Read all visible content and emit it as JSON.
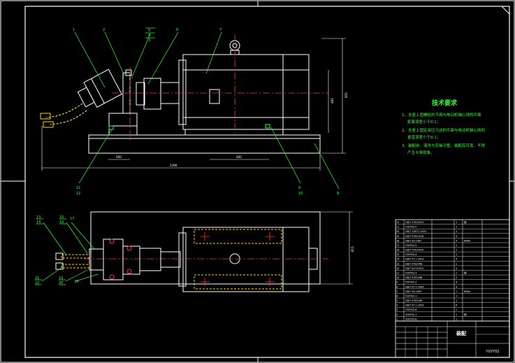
{
  "tech_req": {
    "title": "技术要求",
    "line1": "1、支座上固螺栓的平面与电动机轴心线的平面",
    "line1b": "距离误差小于0.1；",
    "line2": "2、支座上固定液压马达的平面与电动机轴心线的",
    "line2b": "垂直误差小于0.1；",
    "line3": "3、装配前，清洗与安装平整，装配后可靠、不得",
    "line3b": "产生卡滞现象。"
  },
  "front_view_labels": [
    "1",
    "2",
    "5",
    "4",
    "3",
    "6",
    "7",
    "11",
    "12",
    "9",
    "10",
    "8"
  ],
  "top_view_labels": [
    "13",
    "14",
    "15",
    "16",
    "17",
    "21",
    "22",
    "19",
    "20",
    "18"
  ],
  "dims": {
    "total_length": "2298",
    "length_a": "400",
    "length_b": "600",
    "height": "855",
    "height2": "485",
    "width_top": "815"
  },
  "title_block": {
    "name": "装配",
    "drawing_no": "YGYY02"
  },
  "bom_rows": [
    [
      "22",
      "GB/T 5783-M12",
      "",
      "1",
      "钢"
    ],
    [
      "21",
      "YGYY02-0",
      "",
      "1",
      ""
    ],
    [
      "20",
      "GB/T 13871-1993",
      "",
      "2",
      ""
    ],
    [
      "19",
      "GB/T 5782-M16",
      "",
      "4",
      ""
    ],
    [
      "18",
      "GB/T 93-1987",
      "",
      "4",
      "65Mn"
    ],
    [
      "17",
      "YGYY02-5",
      "",
      "1",
      ""
    ],
    [
      "16",
      "GB/T 5783-M10",
      "",
      "1",
      ""
    ],
    [
      "15",
      "YGYY02-4",
      "",
      "1",
      ""
    ],
    [
      "14",
      "GB/T 97.1-2002",
      "",
      "4",
      ""
    ],
    [
      "13",
      "GB/T 5782-M8",
      "",
      "1",
      ""
    ],
    [
      "12",
      "GB/T 6170-M12",
      "",
      "4",
      ""
    ],
    [
      "11",
      "YGYY02-3",
      "",
      "1",
      "钢"
    ],
    [
      "10",
      "GB/T 5783-M8",
      "",
      "2",
      ""
    ],
    [
      "9",
      "YGYY02-2",
      "",
      "4",
      ""
    ],
    [
      "8",
      "GB/T 97.1-1985",
      "",
      "4",
      ""
    ],
    [
      "7",
      "GB/T 93-1987",
      "",
      "1",
      "65Mn"
    ],
    [
      "6",
      "YGYY02-1",
      "",
      "1",
      ""
    ],
    [
      "5",
      "GB/T 5783-M6",
      "",
      "1",
      ""
    ],
    [
      "4",
      "GB/T 97.1-2002",
      "",
      "6",
      ""
    ],
    [
      "3",
      "YGYY02-6",
      "",
      "1",
      ""
    ],
    [
      "2",
      "YGYY02-7",
      "",
      "1",
      "钢"
    ],
    [
      "1",
      "YGYY02-8",
      "",
      "1",
      ""
    ]
  ]
}
